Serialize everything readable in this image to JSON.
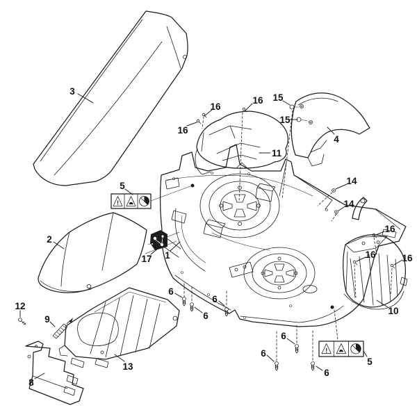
{
  "figure": {
    "kind": "exploded-parts-diagram",
    "subject": "mower-deck-assembly",
    "background": "#ffffff",
    "line_color": "#1c1c1c"
  },
  "callouts": [
    "3",
    "16",
    "16",
    "16",
    "15",
    "15",
    "4",
    "11",
    "14",
    "14",
    "16",
    "16",
    "16",
    "5",
    "17",
    "1",
    "2",
    "10",
    "12",
    "9",
    "8",
    "13",
    "6",
    "6",
    "6",
    "6",
    "6",
    "6",
    "5"
  ],
  "warning_label": {
    "exclamation": "!",
    "icons": [
      "warning-triangle-exclamation-icon",
      "warning-triangle-hazard-icon",
      "prohibition-circle-icon"
    ]
  }
}
